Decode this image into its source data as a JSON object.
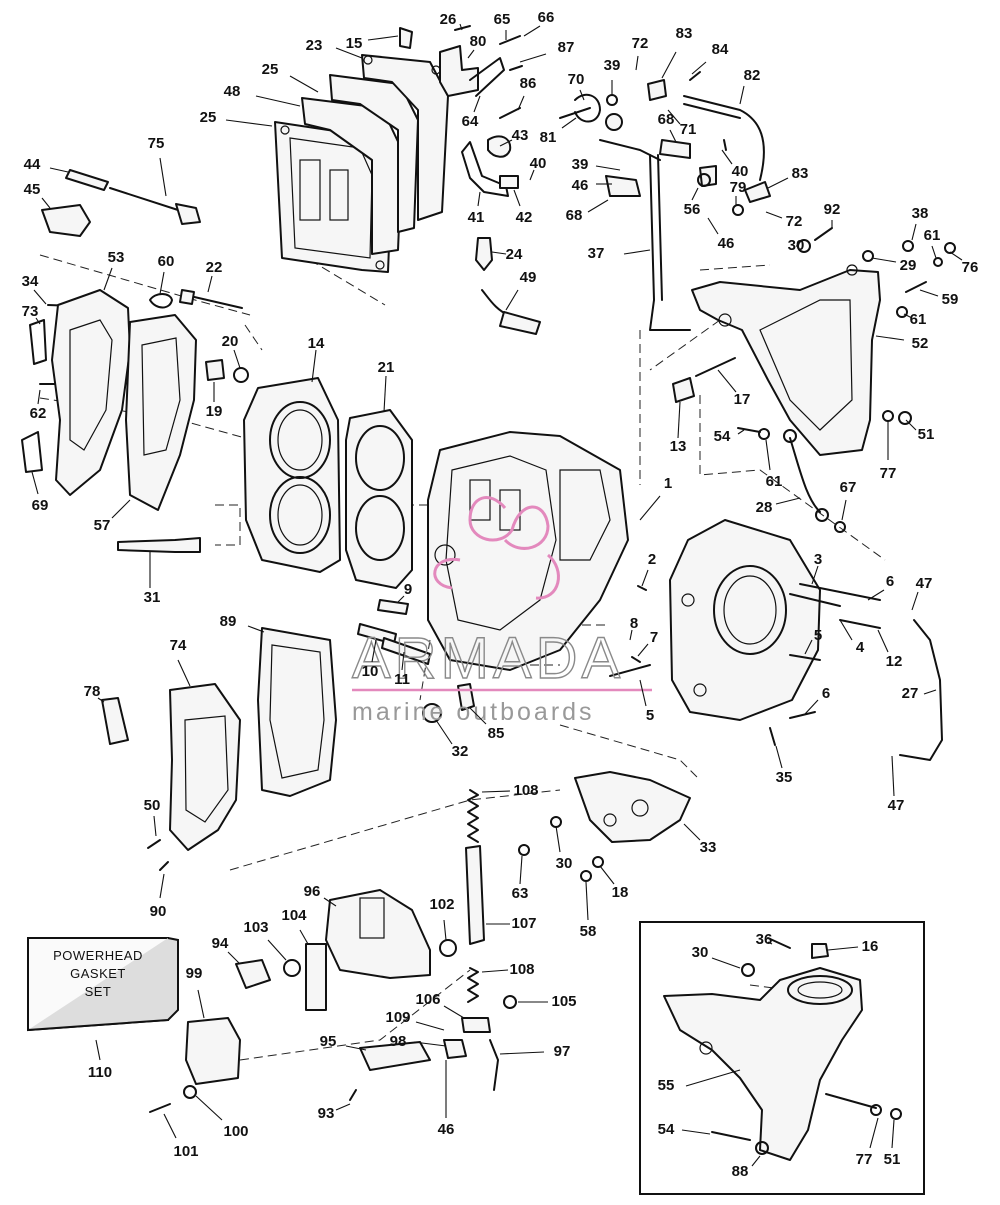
{
  "callouts": [
    {
      "n": "1"
    },
    {
      "n": "2"
    },
    {
      "n": "3"
    },
    {
      "n": "4"
    },
    {
      "n": "5"
    },
    {
      "n": "5"
    },
    {
      "n": "6"
    },
    {
      "n": "6"
    },
    {
      "n": "7"
    },
    {
      "n": "8"
    },
    {
      "n": "9"
    },
    {
      "n": "10"
    },
    {
      "n": "11"
    },
    {
      "n": "12"
    },
    {
      "n": "13"
    },
    {
      "n": "14"
    },
    {
      "n": "15"
    },
    {
      "n": "16"
    },
    {
      "n": "17"
    },
    {
      "n": "18"
    },
    {
      "n": "19"
    },
    {
      "n": "20"
    },
    {
      "n": "21"
    },
    {
      "n": "22"
    },
    {
      "n": "23"
    },
    {
      "n": "24"
    },
    {
      "n": "25"
    },
    {
      "n": "25"
    },
    {
      "n": "26"
    },
    {
      "n": "27"
    },
    {
      "n": "28"
    },
    {
      "n": "29"
    },
    {
      "n": "30"
    },
    {
      "n": "30"
    },
    {
      "n": "30"
    },
    {
      "n": "31"
    },
    {
      "n": "32"
    },
    {
      "n": "33"
    },
    {
      "n": "34"
    },
    {
      "n": "35"
    },
    {
      "n": "36"
    },
    {
      "n": "37"
    },
    {
      "n": "38"
    },
    {
      "n": "39"
    },
    {
      "n": "39"
    },
    {
      "n": "40"
    },
    {
      "n": "40"
    },
    {
      "n": "41"
    },
    {
      "n": "42"
    },
    {
      "n": "43"
    },
    {
      "n": "44"
    },
    {
      "n": "45"
    },
    {
      "n": "46"
    },
    {
      "n": "46"
    },
    {
      "n": "46"
    },
    {
      "n": "47"
    },
    {
      "n": "47"
    },
    {
      "n": "48"
    },
    {
      "n": "49"
    },
    {
      "n": "50"
    },
    {
      "n": "51"
    },
    {
      "n": "51"
    },
    {
      "n": "52"
    },
    {
      "n": "53"
    },
    {
      "n": "54"
    },
    {
      "n": "54"
    },
    {
      "n": "55"
    },
    {
      "n": "56"
    },
    {
      "n": "57"
    },
    {
      "n": "58"
    },
    {
      "n": "59"
    },
    {
      "n": "60"
    },
    {
      "n": "61"
    },
    {
      "n": "61"
    },
    {
      "n": "61"
    },
    {
      "n": "62"
    },
    {
      "n": "63"
    },
    {
      "n": "64"
    },
    {
      "n": "65"
    },
    {
      "n": "66"
    },
    {
      "n": "67"
    },
    {
      "n": "68"
    },
    {
      "n": "68"
    },
    {
      "n": "69"
    },
    {
      "n": "70"
    },
    {
      "n": "71"
    },
    {
      "n": "72"
    },
    {
      "n": "72"
    },
    {
      "n": "73"
    },
    {
      "n": "74"
    },
    {
      "n": "75"
    },
    {
      "n": "76"
    },
    {
      "n": "77"
    },
    {
      "n": "77"
    },
    {
      "n": "78"
    },
    {
      "n": "79"
    },
    {
      "n": "80"
    },
    {
      "n": "81"
    },
    {
      "n": "82"
    },
    {
      "n": "83"
    },
    {
      "n": "83"
    },
    {
      "n": "84"
    },
    {
      "n": "85"
    },
    {
      "n": "86"
    },
    {
      "n": "87"
    },
    {
      "n": "88"
    },
    {
      "n": "89"
    },
    {
      "n": "90"
    },
    {
      "n": "92"
    },
    {
      "n": "93"
    },
    {
      "n": "94"
    },
    {
      "n": "95"
    },
    {
      "n": "96"
    },
    {
      "n": "97"
    },
    {
      "n": "98"
    },
    {
      "n": "99"
    },
    {
      "n": "100"
    },
    {
      "n": "101"
    },
    {
      "n": "102"
    },
    {
      "n": "103"
    },
    {
      "n": "104"
    },
    {
      "n": "105"
    },
    {
      "n": "106"
    },
    {
      "n": "107"
    },
    {
      "n": "108"
    },
    {
      "n": "108"
    },
    {
      "n": "109"
    },
    {
      "n": "110"
    }
  ],
  "gasket_box": {
    "line1": "POWERHEAD",
    "line2": "GASKET",
    "line3": "SET"
  },
  "watermark": {
    "title": "ARMADA",
    "subtitle": "marine outboards",
    "color": "#e389bd"
  },
  "colors": {
    "ink": "#111111",
    "background": "#ffffff"
  }
}
